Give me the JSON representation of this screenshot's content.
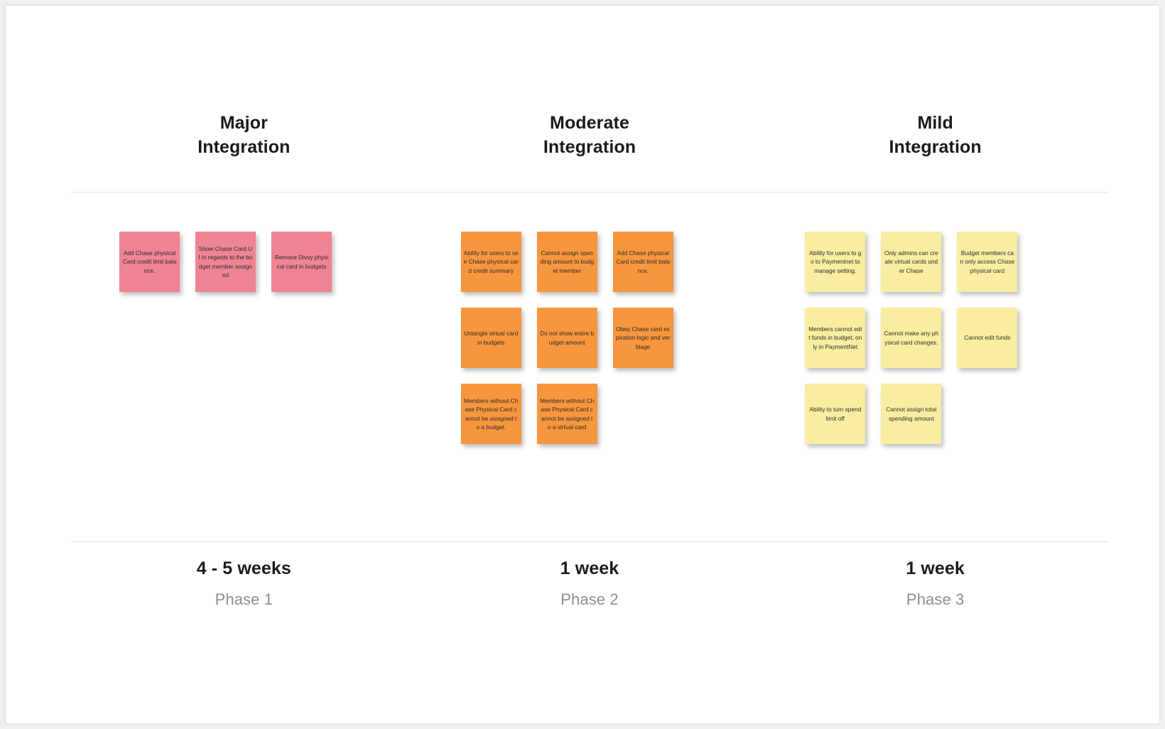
{
  "board": {
    "background_color": "#ffffff",
    "columns": [
      {
        "id": "major",
        "header_line1": "Major",
        "header_line2": "Integration",
        "note_color": "#ef8494",
        "duration": "4 - 5 weeks",
        "phase": "Phase 1",
        "notes": [
          "Add Chase physical Card credit limit balance.",
          "Show Chase Card UI in regards to the budget member assigned",
          "Remove Divvy physical card in budgets"
        ]
      },
      {
        "id": "moderate",
        "header_line1": "Moderate",
        "header_line2": "Integration",
        "note_color": "#f8963e",
        "duration": "1 week",
        "phase": "Phase 2",
        "notes": [
          "Ability for users to see Chase physical card credit summary",
          "Cannot assign spending amount to budget member",
          "Add Chase physical Card credit limit balance.",
          "Untangle virtual card in budgets",
          "Do not show entire budget amount",
          "Obey Chase card expiration logic and verbiage",
          "Members without Chase Physical Card cannot be assigned to a budget.",
          "Members without Chase Physical Card cannot be assigned to a virtual card"
        ]
      },
      {
        "id": "mild",
        "header_line1": "Mild",
        "header_line2": "Integration",
        "note_color": "#f8eda0",
        "duration": "1 week",
        "phase": "Phase 3",
        "notes": [
          "Ability for users to go to Paymentnet to manage setting.",
          "Only admins can create virtual cards under Chase",
          "Budget members can only access Chase physical card",
          "Members cannot edit funds in budget, only in PaymentNet",
          "Cannot make any physical card changes.",
          "Cannot edit funds",
          "Ability to turn spend limit off",
          "Cannot assign total spending amount"
        ]
      }
    ]
  }
}
